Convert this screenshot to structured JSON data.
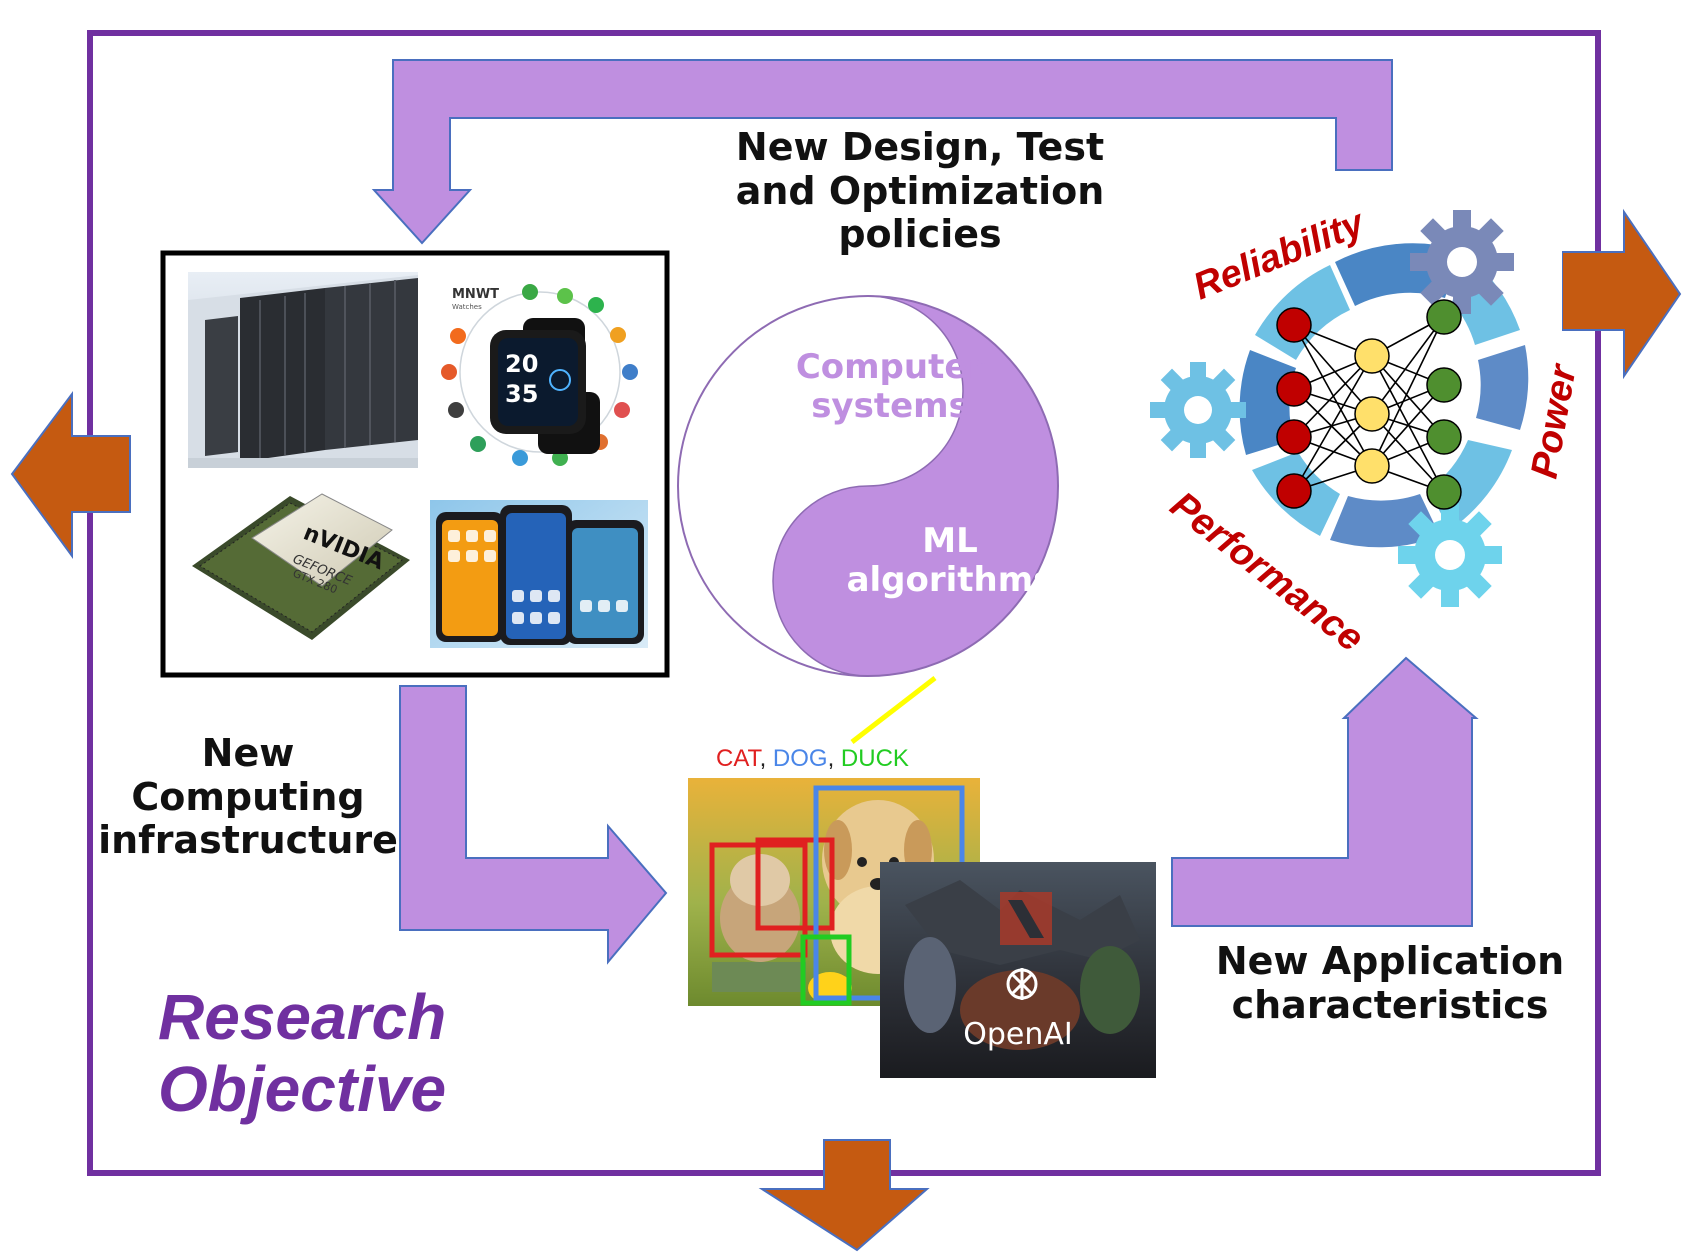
{
  "title": {
    "line1": "Research",
    "line2": "Objective"
  },
  "labels": {
    "design": {
      "line1": "New Design, Test",
      "line2": "and Optimization",
      "line3": "policies"
    },
    "computing": {
      "line1": "New",
      "line2": "Computing",
      "line3": "infrastructure"
    },
    "application": {
      "line1": "New Application",
      "line2": "characteristics"
    }
  },
  "yin_yang": {
    "top": {
      "line1": "Computer",
      "line2": "systems"
    },
    "bottom": {
      "line1": "ML",
      "line2": "algorithms"
    }
  },
  "metrics": {
    "reliability": "Reliability",
    "power": "Power",
    "performance": "Performance"
  },
  "detection": {
    "cat": "CAT",
    "comma1": ", ",
    "dog": "DOG",
    "comma2": ", ",
    "duck": "DUCK"
  },
  "openai_label": "OpenAI",
  "gpu_chip": {
    "brand": "nVIDIA",
    "line1": "GEFORCE",
    "line2": "GTX 280"
  },
  "watch": {
    "brand": "MNWT",
    "sub": "Watches",
    "time1": "20",
    "time2": "35"
  },
  "colors": {
    "frame": "#7030a0",
    "arrow_purple": "#bf8fe0",
    "arrow_orange": "#c55a11",
    "metric_red": "#c00000",
    "cat": "#e02020",
    "dog": "#4a86e8",
    "duck": "#22cc22"
  }
}
